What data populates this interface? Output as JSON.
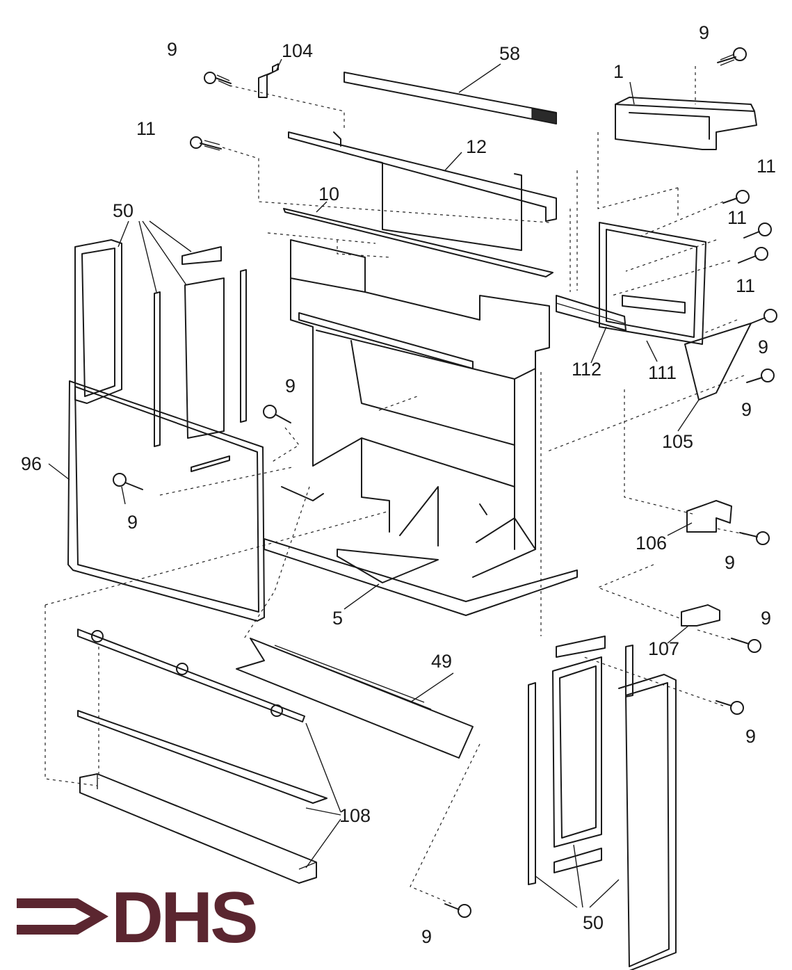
{
  "logo": {
    "text": "DHS",
    "color": "#5b2630",
    "icon": "arrow-chevron-icon"
  },
  "labels": [
    "9",
    "104",
    "58",
    "9",
    "1",
    "11",
    "12",
    "11",
    "10",
    "11",
    "50",
    "11",
    "9",
    "112",
    "111",
    "9",
    "9",
    "105",
    "96",
    "9",
    "106",
    "9",
    "5",
    "9",
    "107",
    "49",
    "9",
    "108",
    "50",
    "9"
  ]
}
